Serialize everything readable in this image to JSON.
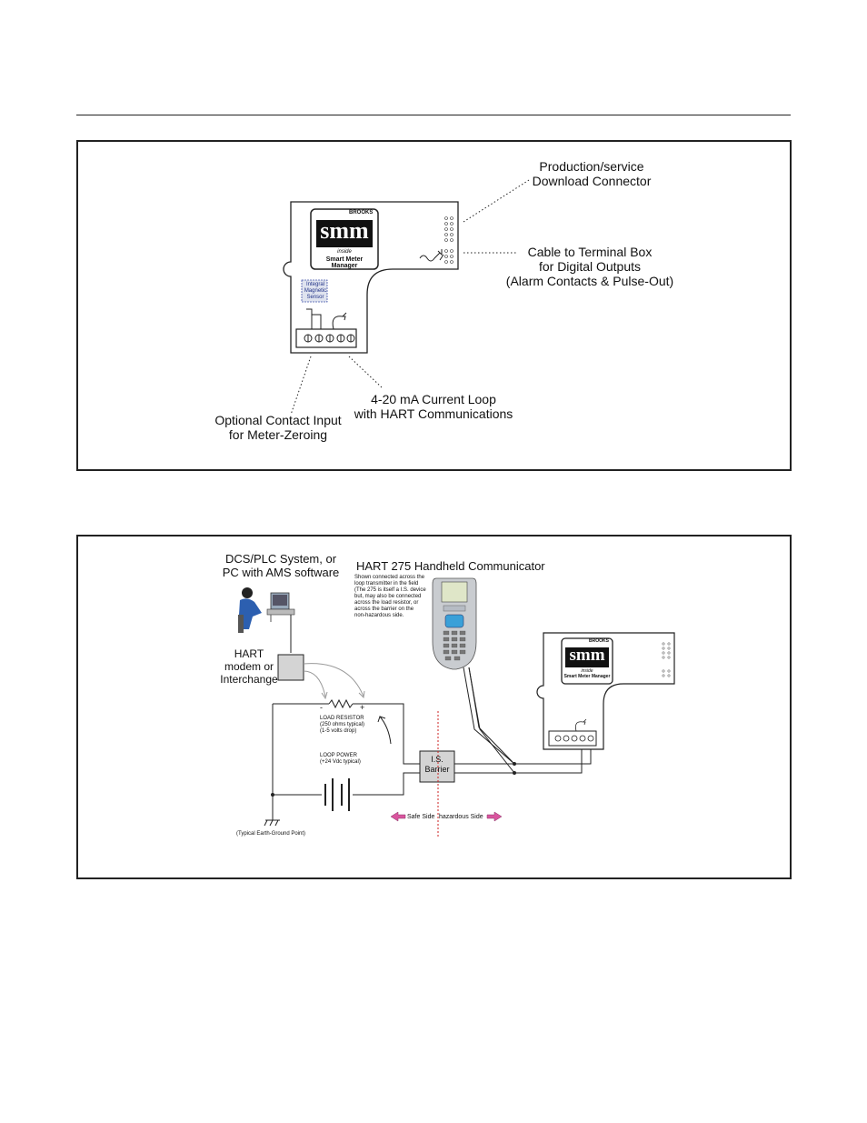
{
  "figure1": {
    "labels": {
      "download_connector": "Production/service\nDownload Connector",
      "terminal_box": "Cable to Terminal Box\nfor Digital Outputs\n(Alarm Contacts & Pulse-Out)",
      "current_loop": "4-20 mA Current Loop\nwith HART Communications",
      "contact_input": "Optional Contact Input\nfor Meter-Zeroing",
      "magnetic_sensor": "Integral\nMagnetic\nSensor"
    },
    "logo": {
      "brand": "BROOKS",
      "mark": "smm",
      "inside": "inside",
      "name": "Smart Meter Manager"
    }
  },
  "figure2": {
    "labels": {
      "dcs_system": "DCS/PLC System, or\nPC with AMS software",
      "hart_comm": "HART 275 Handheld Communicator",
      "hart_note": "Shown connected across the\nloop transmitter in the field\n(The 275 is itself a I.S. device\nbut, may also be connected\nacross the load resistor, or\nacross the barrier on the\nnon-hazardous side.",
      "hart_modem": "HART\nmodem or\nInterchange",
      "load_resistor": "LOAD RESISTOR\n(250 ohms typical)\n(1-5 volts drop)",
      "loop_power": "LOOP POWER\n(+24 Vdc typical)",
      "barrier": "I.S.\nBarrier",
      "safe_side": "Safe Side",
      "hazardous_side": "hazardous Side",
      "earth_ground": "(Typical Earth-Ground Point)",
      "minus": "-",
      "plus": "+"
    },
    "logo": {
      "brand": "BROOKS",
      "mark": "smm",
      "inside": "inside",
      "name": "Smart Meter Manager"
    }
  },
  "colors": {
    "line": "#222222",
    "gray_box": "#d4d4d4",
    "red_divider": "#cc2222",
    "arrow_pink": "#d9559e",
    "communicator": "#c9ccd0"
  }
}
